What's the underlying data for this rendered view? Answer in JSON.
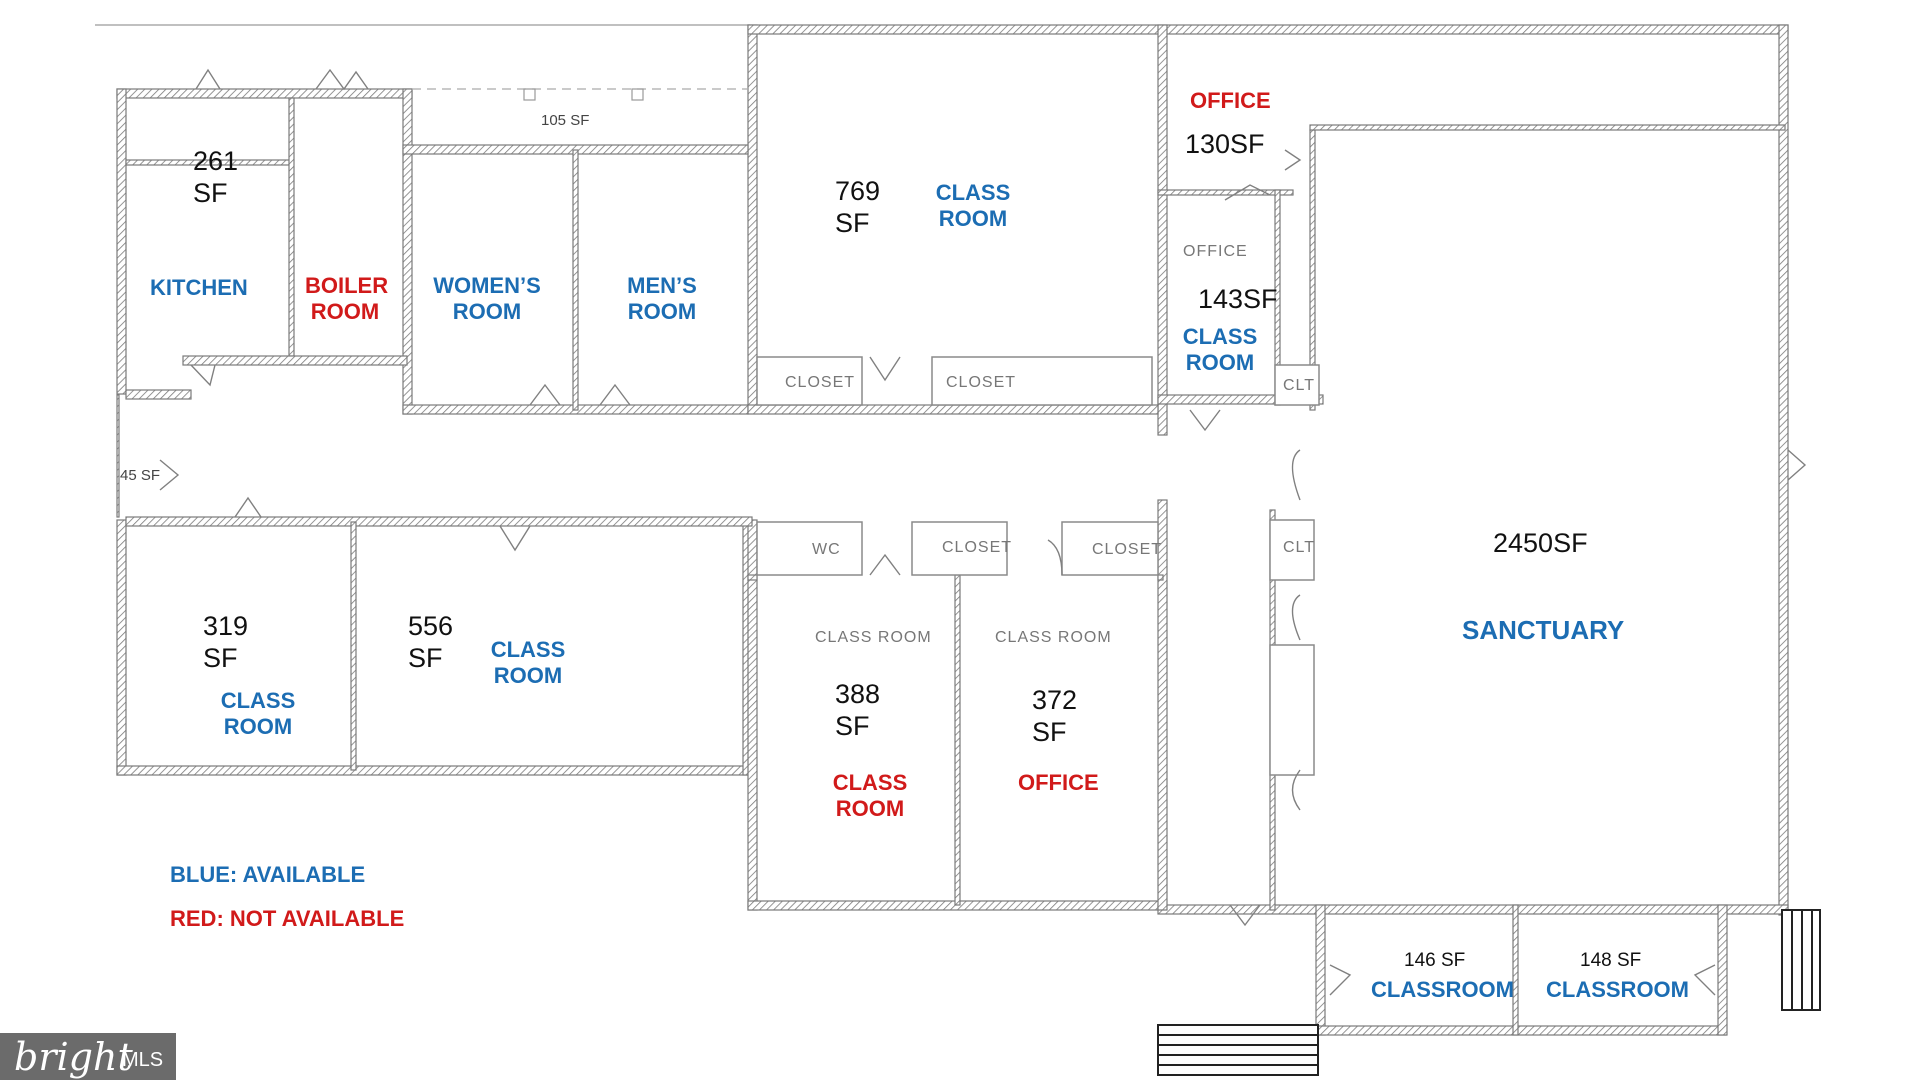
{
  "rooms": [
    {
      "id": "kitchen",
      "area": "261\nSF",
      "name": "KITCHEN",
      "status": "available"
    },
    {
      "id": "boiler",
      "name": "BOILER\nROOM",
      "status": "not_available"
    },
    {
      "id": "womens",
      "name": "WOMEN’S\nROOM",
      "status": "available"
    },
    {
      "id": "mens",
      "name": "MEN’S\nROOM",
      "status": "available"
    },
    {
      "id": "class769",
      "area": "769\nSF",
      "name": "CLASS\nROOM",
      "status": "available"
    },
    {
      "id": "office130",
      "area": "130SF",
      "name": "OFFICE",
      "status": "not_available"
    },
    {
      "id": "class143",
      "area": "143SF",
      "name": "CLASS\nROOM",
      "status": "available",
      "tag": "OFFICE"
    },
    {
      "id": "class319",
      "area": "319\nSF",
      "name": "CLASS\nROOM",
      "status": "available"
    },
    {
      "id": "class556",
      "area": "556\nSF",
      "name": "CLASS\nROOM",
      "status": "available"
    },
    {
      "id": "class388",
      "area": "388\nSF",
      "name": "CLASS\nROOM",
      "status": "not_available",
      "tag": "CLASS  ROOM"
    },
    {
      "id": "office372",
      "area": "372\nSF",
      "name": "OFFICE",
      "status": "not_available",
      "tag": "CLASS  ROOM"
    },
    {
      "id": "sanctuary",
      "area": "2450SF",
      "name": "SANCTUARY",
      "status": "available"
    },
    {
      "id": "classroom146",
      "area": "146 SF",
      "name": "CLASSROOM",
      "status": "available"
    },
    {
      "id": "classroom148",
      "area": "148 SF",
      "name": "CLASSROOM",
      "status": "available"
    }
  ],
  "small_areas": {
    "hall105": "105 SF",
    "vestibule45": "45 SF",
    "closet_a": "CLOSET",
    "closet_b": "CLOSET",
    "closet_c": "CLOSET",
    "closet_d": "CLOSET",
    "clt_1": "CLT",
    "clt_2": "CLT",
    "wc": "WC"
  },
  "legend": {
    "available": "BLUE: AVAILABLE",
    "not_available": "RED: NOT AVAILABLE"
  },
  "watermark": {
    "brand": "bright",
    "suffix": "MLS"
  },
  "colors": {
    "available": "#1c6db3",
    "not_available": "#d11a1a",
    "wall": "#7a7a7a"
  }
}
